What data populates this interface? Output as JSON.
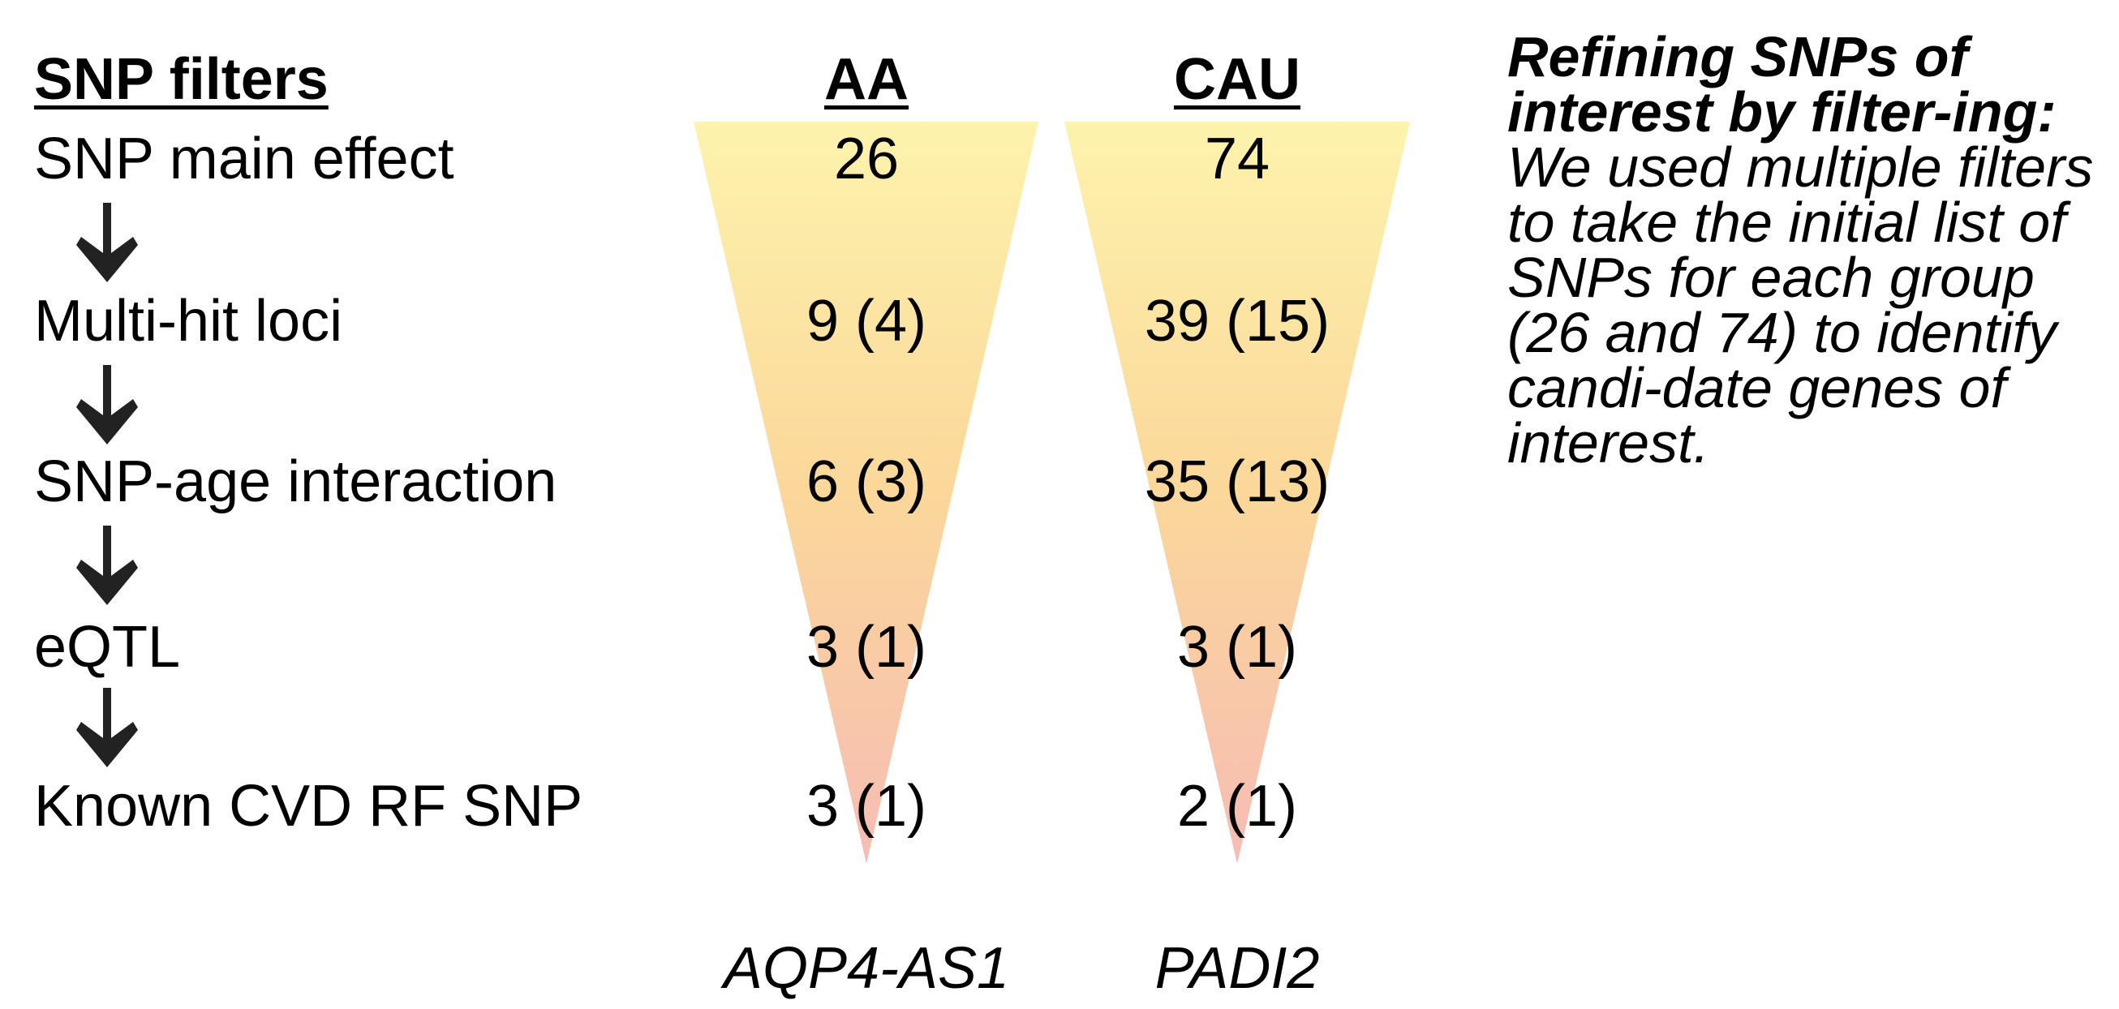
{
  "headers": {
    "filters": "SNP filters",
    "group_a": "AA",
    "group_b": "CAU"
  },
  "steps": [
    {
      "label": "SNP main effect",
      "aa": "26",
      "cau": "74"
    },
    {
      "label": "Multi-hit loci",
      "aa": "9 (4)",
      "cau": "39 (15)"
    },
    {
      "label": "SNP-age interaction",
      "aa": "6 (3)",
      "cau": "35 (13)"
    },
    {
      "label": "eQTL",
      "aa": "3 (1)",
      "cau": "3 (1)"
    },
    {
      "label": "Known CVD RF SNP",
      "aa": "3 (1)",
      "cau": "2 (1)"
    }
  ],
  "genes": {
    "aa": "AQP4-AS1",
    "cau": "PADI2"
  },
  "description": {
    "lead": "Refining SNPs of interest by filter-ing:",
    "body": "We used multiple filters to take the initial list of SNPs for each group (26 and 74) to identify candi-date genes of interest."
  },
  "colors": {
    "funnel_top": "#fdf3ad",
    "funnel_mid": "#fbd79a",
    "funnel_bottom": "#f6bcb4",
    "arrow": "#222222"
  },
  "icons": {
    "step_arrow": "down-arrow-icon",
    "funnel": "funnel-triangle"
  }
}
